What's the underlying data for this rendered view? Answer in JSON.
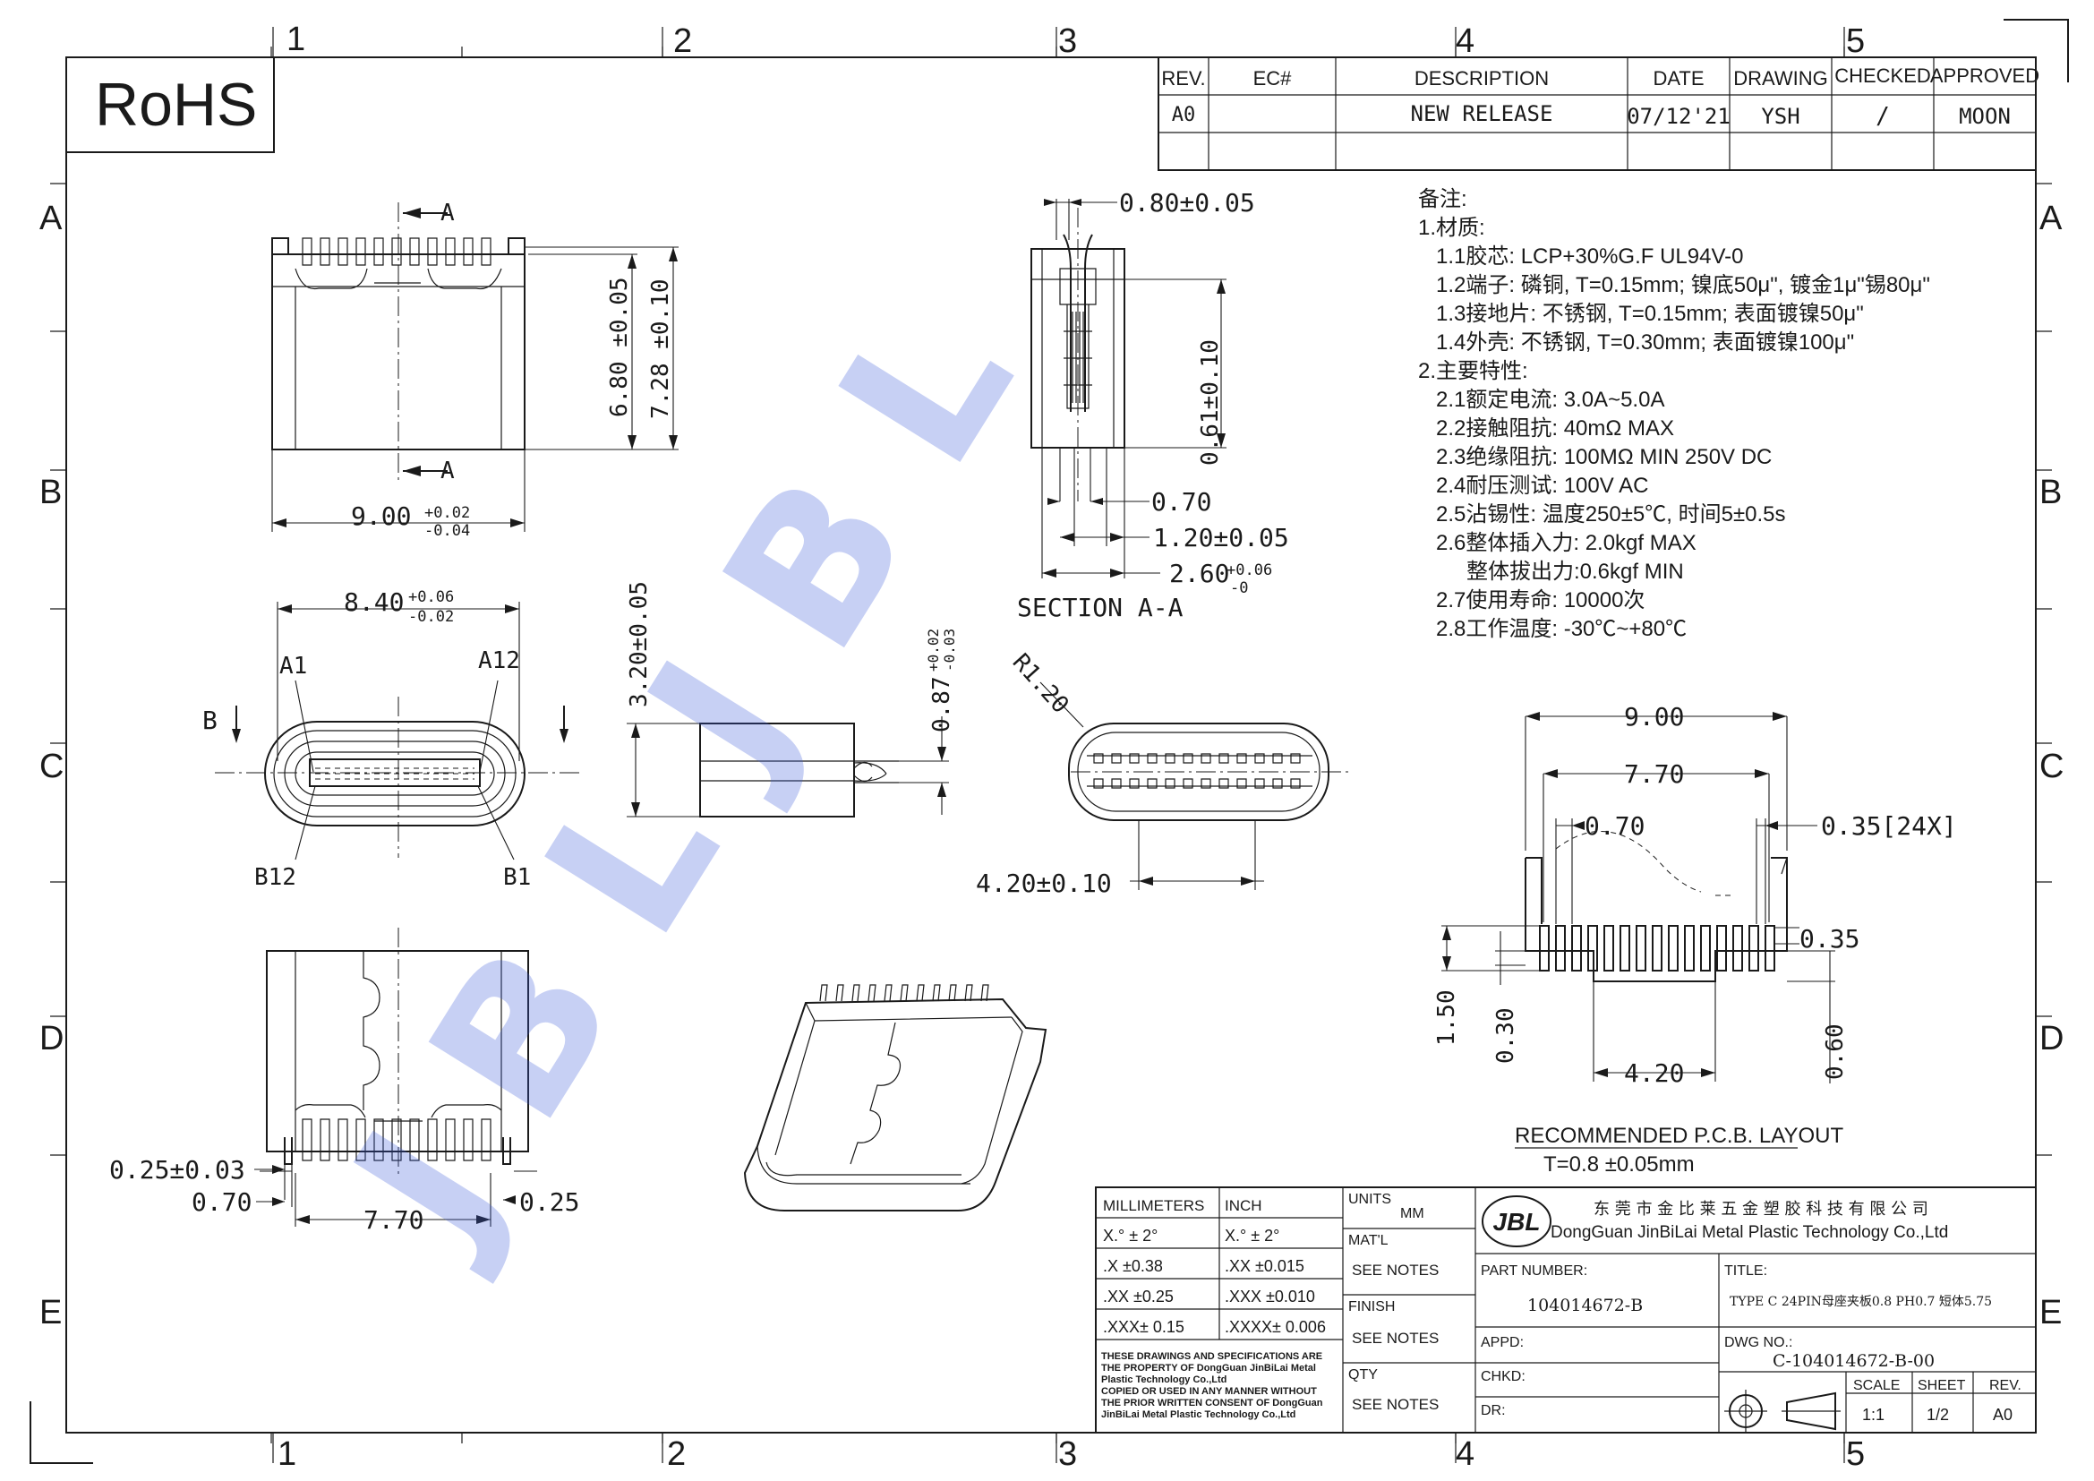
{
  "drawing": {
    "rohs": "RoHS",
    "watermark": "J B L   J B L",
    "grid": {
      "cols": [
        "1",
        "2",
        "3",
        "4",
        "5"
      ],
      "rows": [
        "A",
        "B",
        "C",
        "D",
        "E"
      ]
    },
    "revision_table": {
      "headers": [
        "REV.",
        "EC#",
        "DESCRIPTION",
        "DATE",
        "DRAWING",
        "CHECKED",
        "APPROVED"
      ],
      "row": [
        "A0",
        "",
        "NEW RELEASE",
        "07/12'21",
        "YSH",
        "/",
        "MOON"
      ]
    },
    "notes": {
      "title": "备注:",
      "lines": [
        "1.材质:",
        "1.1胶芯: LCP+30%G.F  UL94V-0",
        "1.2端子: 磷铜, T=0.15mm; 镍底50μ\", 镀金1μ\"锡80μ\"",
        "1.3接地片: 不锈钢, T=0.15mm; 表面镀镍50μ\"",
        "1.4外壳: 不锈钢, T=0.30mm; 表面镀镍100μ\"",
        "2.主要特性:",
        "2.1额定电流: 3.0A~5.0A",
        "2.2接触阻抗: 40mΩ  MAX",
        "2.3绝缘阻抗: 100MΩ  MIN  250V  DC",
        "2.4耐压测试: 100V  AC",
        "2.5沾锡性: 温度250±5℃, 时间5±0.5s",
        "2.6整体插入力: 2.0kgf  MAX",
        "整体拔出力:0.6kgf  MIN",
        "2.7使用寿命: 10000次",
        "2.8工作温度: -30℃~+80℃"
      ]
    },
    "dims": {
      "top_a": "A",
      "top_a2": "A",
      "d_680": "6.80 ±0.05",
      "d_728": "7.28 ±0.10",
      "d_900": "9.00",
      "d_900_tol_up": "+0.02",
      "d_900_tol_dn": "-0.04",
      "d_080": "0.80±0.05",
      "d_061": "0.61±0.10",
      "d_070s": "0.70",
      "d_120": "1.20±0.05",
      "d_260": "2.60",
      "d_260_up": "+0.06",
      "d_260_dn": "-0",
      "section": "SECTION  A-A",
      "d_840": "8.40",
      "d_840_up": "+0.06",
      "d_840_dn": "-0.02",
      "a1": "A1",
      "a12": "A12",
      "b12": "B12",
      "b1": "B1",
      "b_left": "B",
      "d_320": "3.20±0.05",
      "d_087": "0.87",
      "d_087_up": "+0.02",
      "d_087_dn": "-0.03",
      "r120": "R1.20",
      "d_420": "4.20±0.10",
      "d_025a": "0.25±0.03",
      "d_070b": "0.70",
      "d_770b": "7.70",
      "d_025b": "0.25"
    },
    "pcb": {
      "d_900": "9.00",
      "d_770": "7.70",
      "d_070": "0.70",
      "d_035x": "0.35[24X]",
      "d_035": "0.35",
      "d_150": "1.50",
      "d_030": "0.30",
      "d_420": "4.20",
      "d_060": "0.60",
      "title": "RECOMMENDED  P.C.B. LAYOUT",
      "thickness": "T=0.8 ±0.05mm"
    },
    "title_block": {
      "tol_headers": [
        "MILLIMETERS",
        "INCH"
      ],
      "tol_rows": [
        [
          "X.° ± 2°",
          "X.° ± 2°"
        ],
        [
          ".X  ±0.38",
          ".XX  ±0.015"
        ],
        [
          ".XX  ±0.25",
          ".XXX  ±0.010"
        ],
        [
          ".XXX± 0.15",
          ".XXXX± 0.006"
        ]
      ],
      "property_notice": [
        "THESE DRAWINGS AND SPECIFICATIONS ARE",
        "THE PROPERTY OF DongGuan JinBiLai Metal",
        "Plastic Technology Co.,Ltd",
        "COPIED OR USED IN ANY MANNER WITHOUT",
        "THE PRIOR WRITTEN CONSENT OF DongGuan",
        "JinBiLai Metal Plastic Technology Co.,Ltd"
      ],
      "units_label": "UNITS",
      "units_value": "MM",
      "matl_label": "MAT'L",
      "matl_value": "SEE NOTES",
      "finish_label": "FINISH",
      "finish_value": "SEE NOTES",
      "qty_label": "QTY",
      "qty_value": "SEE NOTES",
      "logo": "JBL",
      "company_cn": "东 莞 市 金 比 莱 五 金 塑 胶 科 技 有 限 公 司",
      "company_en": "DongGuan JinBiLai Metal Plastic Technology Co.,Ltd",
      "part_label": "PART NUMBER:",
      "part_value": "104014672-B",
      "title_label": "TITLE:",
      "title_value": "TYPE C 24PIN母座夹板0.8 PH0.7 短体5.75",
      "appd_label": "APPD:",
      "chkd_label": "CHKD:",
      "dr_label": "DR:",
      "dwg_label": "DWG NO.:",
      "dwg_value": "C-104014672-B-00",
      "scale_label": "SCALE",
      "scale_value": "1:1",
      "sheet_label": "SHEET",
      "sheet_value": "1/2",
      "rev_label": "REV.",
      "rev_value": "A0"
    }
  }
}
